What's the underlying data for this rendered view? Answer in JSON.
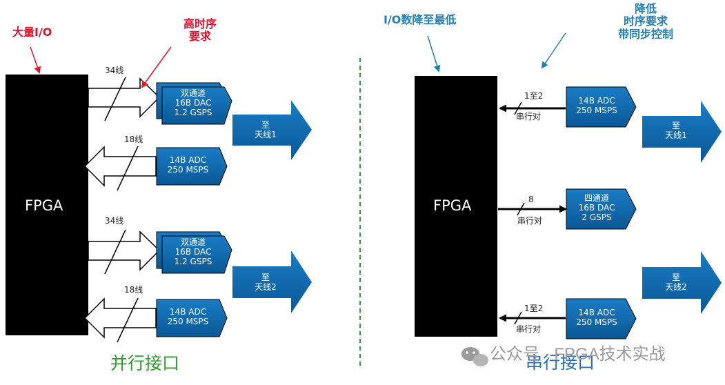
{
  "left": {
    "fpga_label": "FPGA",
    "annotation_io": "大量I/O",
    "annotation_timing": [
      "高时序",
      "要求"
    ],
    "wires": [
      "34线",
      "18线",
      "34线",
      "18线"
    ],
    "dac1": [
      "双通道",
      "16B DAC",
      "1.2 GSPS"
    ],
    "adc1": [
      "14B ADC",
      "250 MSPS"
    ],
    "dac2": [
      "双通道",
      "16B DAC",
      "1.2 GSPS"
    ],
    "adc2": [
      "14B ADC",
      "250 MSPS"
    ],
    "antenna1": [
      "至",
      "天线1"
    ],
    "antenna2": [
      "至",
      "天线2"
    ],
    "caption": "并行接口"
  },
  "right": {
    "fpga_label": "FPGA",
    "annotation_io": "I/O数降至最低",
    "annotation_timing": [
      "降低",
      "时序要求",
      "带同步控制"
    ],
    "wire1": [
      "1至2",
      "串行对"
    ],
    "wire2": [
      "8",
      "串行对"
    ],
    "wire3": [
      "1至2",
      "串行对"
    ],
    "adc1": [
      "14B ADC",
      "250 MSPS"
    ],
    "dac": [
      "四通道",
      "16B DAC",
      "2 GSPS"
    ],
    "adc2": [
      "14B ADC",
      "250 MSPS"
    ],
    "antenna1": [
      "至",
      "天线1"
    ],
    "antenna2": [
      "至",
      "天线2"
    ],
    "caption": "串行接口"
  },
  "watermark": "公众号 · FPGA技术实战",
  "colors": {
    "box_blue": "#0e64a8",
    "fpga_black": "#000000",
    "annotation_red": "#e8112d",
    "annotation_blue": "#1f7fb8",
    "caption_green": "#2ca02c",
    "divider_green": "#2e9b3e"
  }
}
